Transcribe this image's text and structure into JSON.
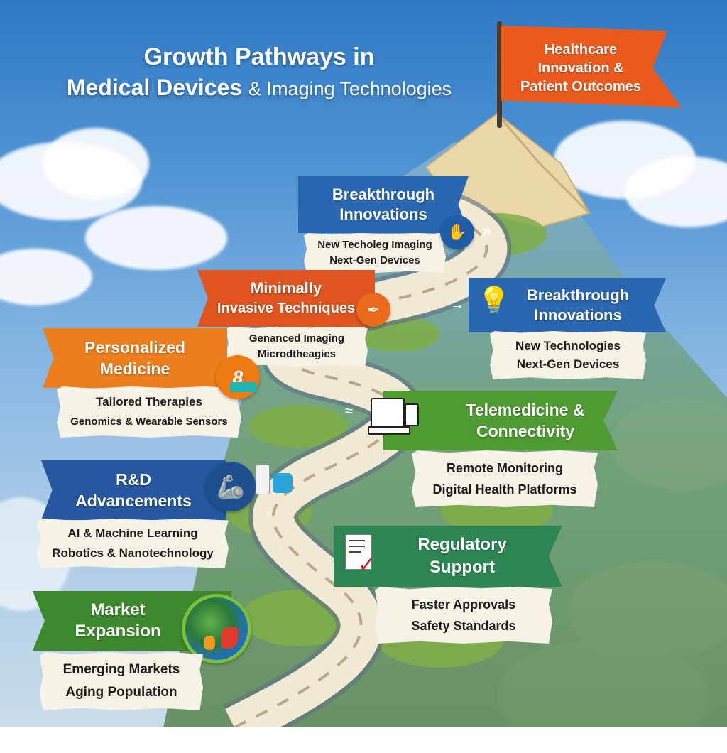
{
  "title": {
    "line1": "Growth Pathways in",
    "line2_main": "Medical Devices",
    "line2_rest": "& Imaging Technologies"
  },
  "summit_flag": {
    "line1": "Healthcare",
    "line2": "Innovation &",
    "line3": "Patient Outcomes",
    "color": "#ea5a1d"
  },
  "stages": [
    {
      "id": "breakthrough-top",
      "title_line1": "Breakthrough",
      "title_line2": "Innovations",
      "detail_line1": "New Techoleg Imaging",
      "detail_line2": "Next-Gen Devices",
      "color": "#2a67b1",
      "icon": "lightbulb-hand-icon"
    },
    {
      "id": "minimally-invasive",
      "title_line1": "Minimally",
      "title_line2": "Invasive Techniques",
      "detail_line1": "Genanced Imaging",
      "detail_line2": "Microdtheagies",
      "color": "#e0551f",
      "icon": "surgical-tool-icon"
    },
    {
      "id": "breakthrough-right",
      "title_line1": "Breakthrough",
      "title_line2": "Innovations",
      "detail_line1": "New Technologies",
      "detail_line2": "Next-Gen Devices",
      "color": "#2a67b1",
      "icon": "lightbulb-icon",
      "arrow": "→"
    },
    {
      "id": "personalized-medicine",
      "title_line1": "Personalized",
      "title_line2": "Medicine",
      "detail_line1": "Tailored Therapies",
      "detail_line2": "Genomics & Wearable Sensors",
      "color": "#ec7e1c",
      "icon": "dna-sensor-icon",
      "icon_glyph": "8"
    },
    {
      "id": "telemedicine",
      "title_line1": "Telemedicine &",
      "title_line2": "Connectivity",
      "detail_line1": "Remote Monitoring",
      "detail_line2": "Digital Health Platforms",
      "color": "#4f9a32",
      "icon": "laptop-wifi-icon"
    },
    {
      "id": "rd-advancements",
      "title_line1": "R&D",
      "title_line2": "Advancements",
      "detail_line1": "AI & Machine Learning",
      "detail_line2": "Robotics & Nanotechnology",
      "color": "#25589f",
      "icon": "robot-arm-icon"
    },
    {
      "id": "regulatory-support",
      "title_line1": "Regulatory",
      "title_line2": "Support",
      "detail_line1": "Faster Approvals",
      "detail_line2": "Safety Standards",
      "color": "#2c8552",
      "icon": "checklist-icon"
    },
    {
      "id": "market-expansion",
      "title_line1": "Market",
      "title_line2": "Expansion",
      "detail_line1": "Emerging Markets",
      "detail_line2": "Aging Population",
      "color": "#3d8a2e",
      "icon": "globe-icon"
    }
  ]
}
